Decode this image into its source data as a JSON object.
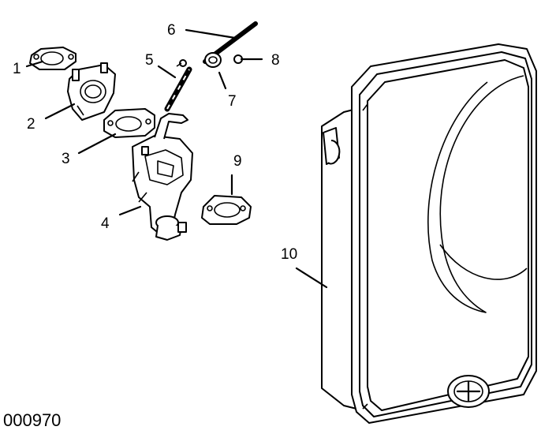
{
  "callouts": [
    {
      "id": "1",
      "text": "1"
    },
    {
      "id": "2",
      "text": "2"
    },
    {
      "id": "3",
      "text": "3"
    },
    {
      "id": "4",
      "text": "4"
    },
    {
      "id": "5",
      "text": "5"
    },
    {
      "id": "6",
      "text": "6"
    },
    {
      "id": "7",
      "text": "7"
    },
    {
      "id": "8",
      "text": "8"
    },
    {
      "id": "9",
      "text": "9"
    },
    {
      "id": "10",
      "text": "10"
    }
  ],
  "figure_number": "000970"
}
